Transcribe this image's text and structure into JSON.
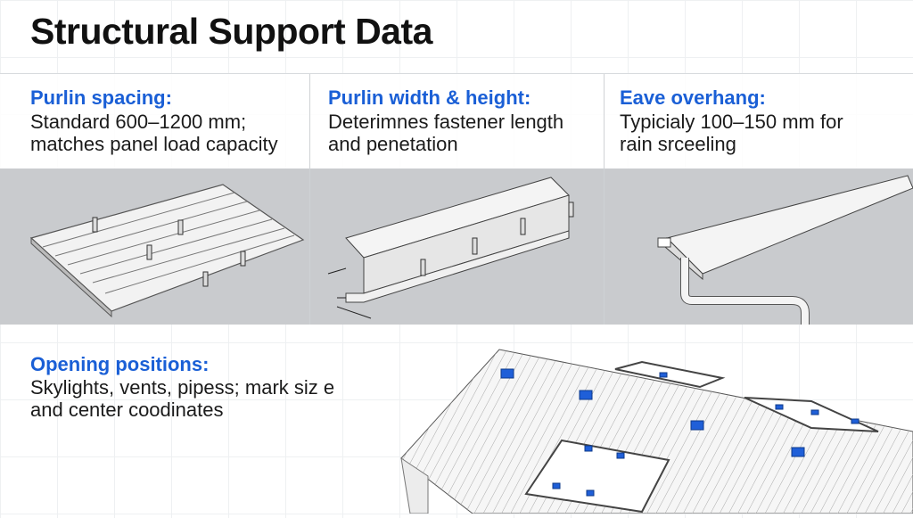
{
  "title": "Structural Support Data",
  "sections": [
    {
      "heading": "Purlin spacing:",
      "line1": "Standard 600–1200 mm;",
      "line2": "matches panel load capacity"
    },
    {
      "heading": "Purlin width & height:",
      "line1": "Deterimnes fastener length",
      "line2": "and penetation"
    },
    {
      "heading": "Eave overhang:",
      "line1": "Typicialy 100–150 mm for",
      "line2": "rain srceeling"
    }
  ],
  "opening": {
    "heading": "Opening positions:",
    "line1": "Skylights, vents, pipess; mark siz e",
    "line2": "and center coodinates"
  },
  "colors": {
    "accent": "#1a5fd6",
    "marker": "#1f5fd8",
    "band": "#c9cbce"
  }
}
